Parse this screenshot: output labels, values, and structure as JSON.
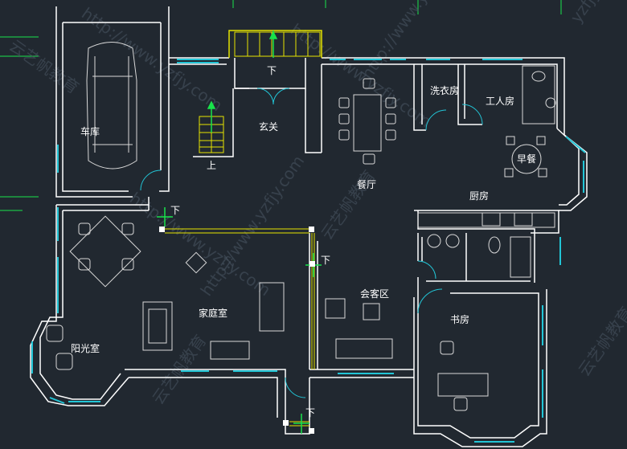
{
  "plan": {
    "rooms": {
      "garage": "车库",
      "foyer": "玄关",
      "laundry": "洗衣房",
      "servant_room": "工人房",
      "breakfast": "早餐",
      "dining": "餐厅",
      "kitchen": "厨房",
      "family_room": "家庭室",
      "guest_area": "会客区",
      "study": "书房",
      "sunroom": "阳光室"
    },
    "stairs": {
      "down_entry": "下",
      "up_main": "上",
      "down_family": "下",
      "down_guest": "下",
      "down_bottom": "下"
    }
  },
  "watermark": {
    "url": "http://www.yzfjy.com",
    "brand": "云艺帆教育",
    "url_short": "yzfjy"
  },
  "colors": {
    "background": "#212830",
    "wall": "#ffffff",
    "window": "#22c5d6",
    "stair": "#e6e400",
    "furniture": "#d9d9d9",
    "marker": "#19e34b",
    "grid": "#19e34b"
  }
}
